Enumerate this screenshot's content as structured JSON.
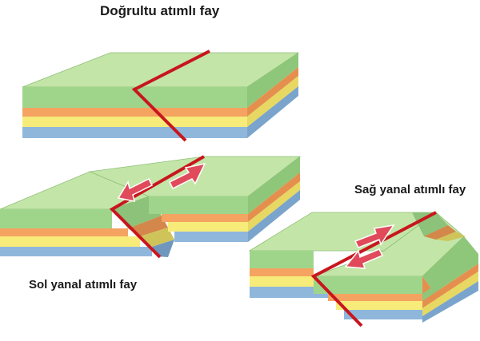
{
  "title": "Doğrultu atımlı fay",
  "left_label": "Sol yanal atımlı fay",
  "right_label": "Sağ yanal atımlı fay",
  "colors": {
    "top": "#c3e6a8",
    "top_shadow": "#a9d38c",
    "green_layer": "#9fd58b",
    "orange_layer": "#f4a460",
    "yellow_layer": "#f7ec7a",
    "blue_layer": "#8fb7dc",
    "fault": "#c8161e",
    "arrow": "#e04a5a"
  }
}
